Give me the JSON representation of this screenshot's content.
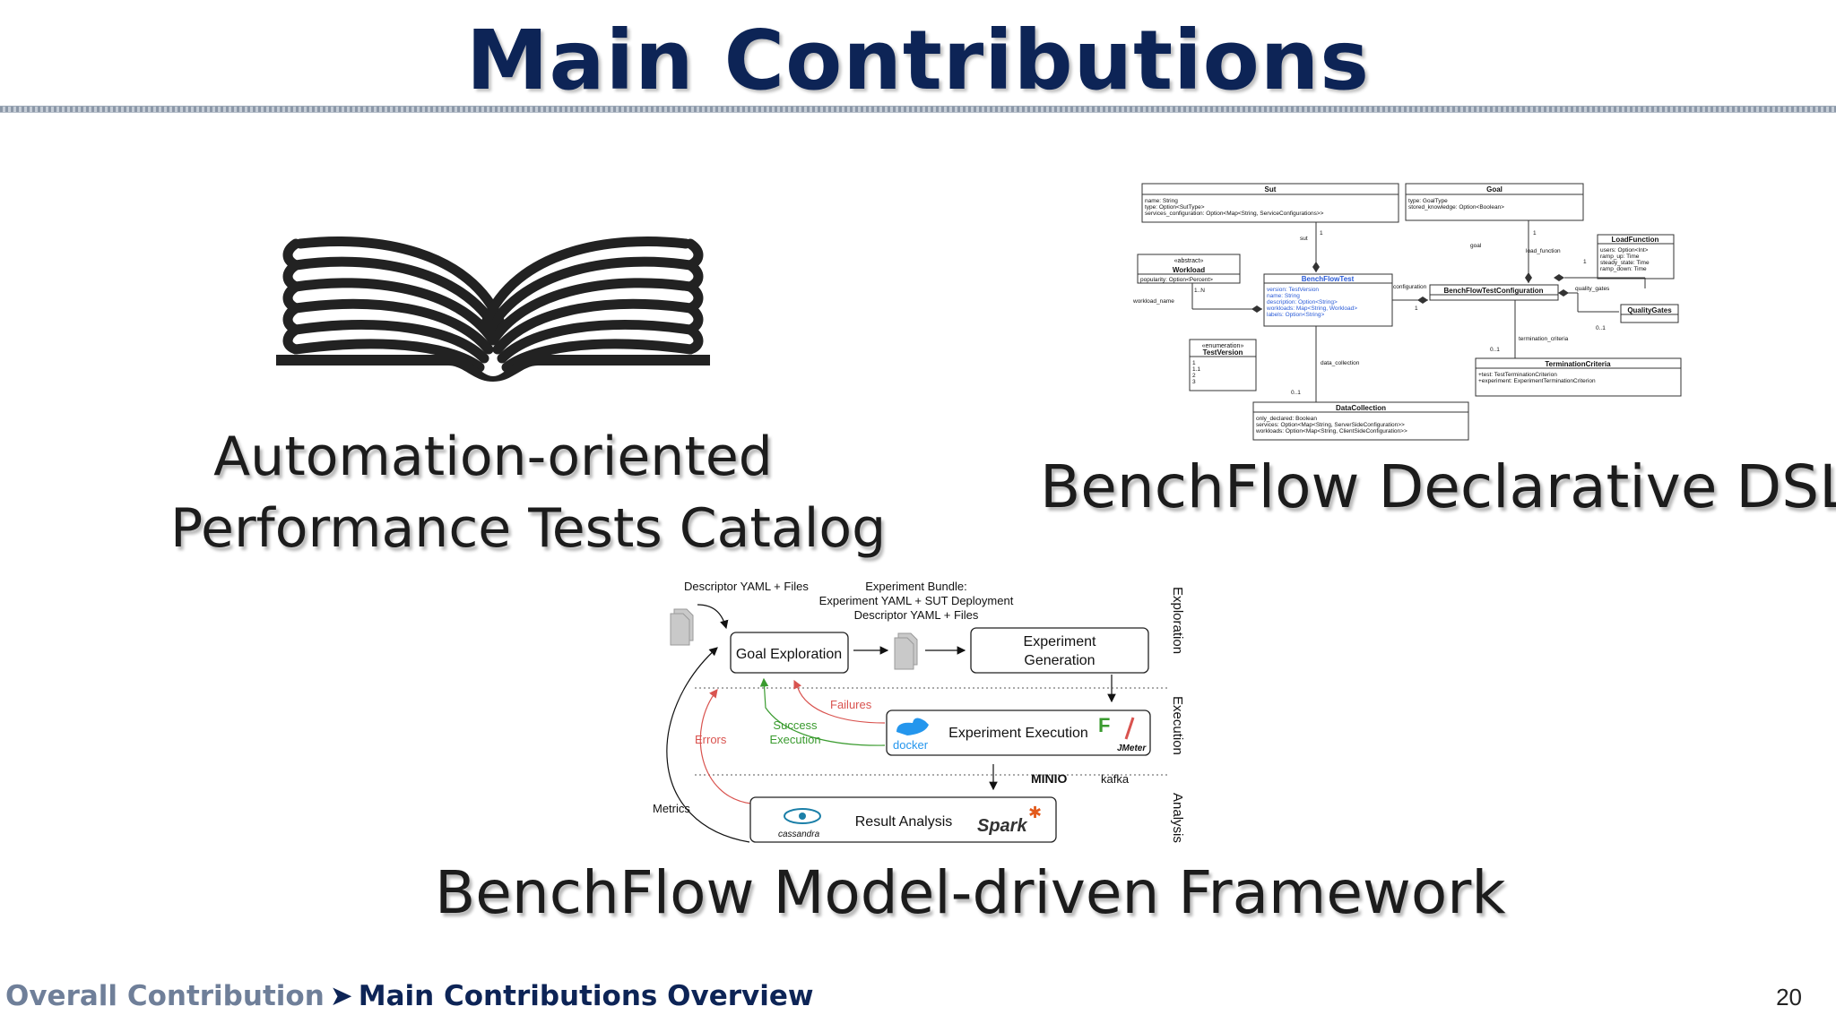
{
  "slide": {
    "title": "Main Contributions",
    "page_number": "20"
  },
  "contributions": {
    "catalog": {
      "line1": "Automation-oriented",
      "line2": "Performance Tests Catalog",
      "icon": "open-book-icon"
    },
    "dsl": {
      "caption": "BenchFlow Declarative DSL"
    },
    "framework": {
      "caption": "BenchFlow Model-driven Framework"
    }
  },
  "uml": {
    "sut": {
      "title": "Sut",
      "attrs": [
        "name: String",
        "type: Option<SutType>",
        "services_configuration: Option<Map<String, ServiceConfigurations>>"
      ]
    },
    "goal": {
      "title": "Goal",
      "attrs": [
        "type: GoalType",
        "stored_knowledge: Option<Boolean>"
      ]
    },
    "loadfunction": {
      "title": "LoadFunction",
      "attrs": [
        "users: Option<Int>",
        "ramp_up: Time",
        "steady_state: Time",
        "ramp_down: Time"
      ]
    },
    "workload": {
      "stereo": "«abstract»",
      "title": "Workload",
      "attrs": [
        "popularity: Option<Percent>"
      ]
    },
    "benchflowtest": {
      "title": "BenchFlowTest",
      "attrs": [
        "version: TestVersion",
        "name: String",
        "description: Option<String>",
        "workloads: Map<String, Workload>",
        "labels: Option<String>"
      ]
    },
    "config": {
      "title": "BenchFlowTestConfiguration"
    },
    "qualitygates": {
      "title": "QualityGates"
    },
    "testversion": {
      "stereo": "«enumeration»",
      "title": "TestVersion",
      "attrs": [
        "1",
        "1.1",
        "2",
        "3"
      ]
    },
    "termination": {
      "title": "TerminationCriteria",
      "attrs": [
        "+test: TestTerminationCriterion",
        "+experiment: ExperimentTerminationCriterion"
      ]
    },
    "datacollection": {
      "title": "DataCollection",
      "attrs": [
        "only_declared: Boolean",
        "services: Option<Map<String, ServerSideConfiguration>>",
        "workloads: Option<Map<String, ClientSideConfiguration>>"
      ]
    },
    "labels": {
      "sut": "sut",
      "one_a": "1",
      "goal": "goal",
      "one_b": "1",
      "load_function": "load_function",
      "one_c": "1",
      "workload_name": "workload_name",
      "one_n": "1..N",
      "configuration": "configuration",
      "one_d": "1",
      "quality_gates": "quality_gates",
      "zero_one_a": "0..1",
      "termination_criteria": "termination_criteria",
      "zero_one_b": "0..1",
      "data_collection": "data_collection",
      "zero_one_c": "0..1"
    }
  },
  "flow": {
    "descriptor": "Descriptor YAML + Files",
    "bundle": [
      "Experiment Bundle:",
      "Experiment YAML + SUT Deployment",
      "Descriptor YAML + Files"
    ],
    "goal_exploration": "Goal Exploration",
    "experiment_generation": [
      "Experiment",
      "Generation"
    ],
    "failures": "Failures",
    "success": [
      "Success",
      "Execution"
    ],
    "errors": "Errors",
    "experiment_execution": "Experiment Execution",
    "metrics": "Metrics",
    "result_analysis": "Result Analysis",
    "phases": {
      "exploration": "Exploration",
      "execution": "Execution",
      "analysis": "Analysis"
    },
    "logos": {
      "docker": "docker",
      "jmeter": "JMeter",
      "minio": "MINIO",
      "kafka": "kafka",
      "cassandra": "cassandra",
      "spark": "Spark"
    }
  },
  "footer": {
    "crumb": "Overall Contribution",
    "separator": "➤",
    "current": "Main Contributions Overview"
  }
}
